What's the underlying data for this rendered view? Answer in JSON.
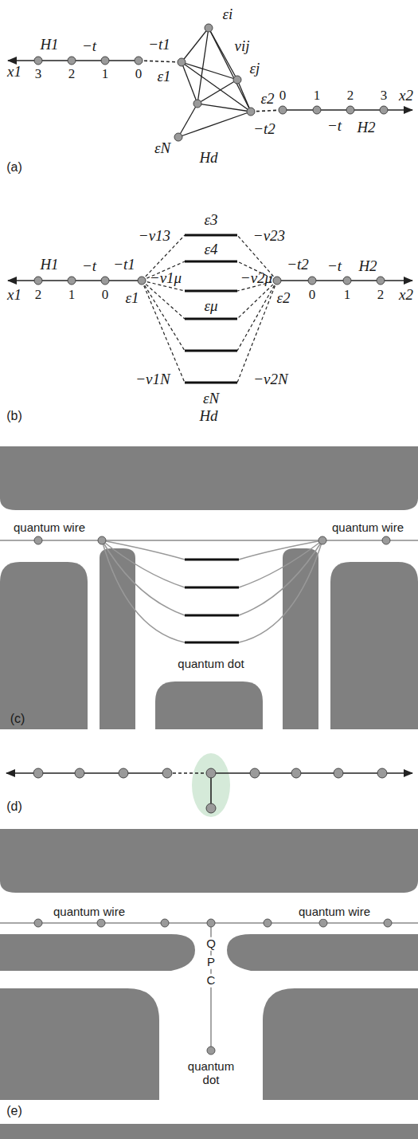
{
  "diagram": {
    "nodes": [
      {
        "text": [
          "Hd"
        ]
      },
      {
        "text": [
          "Hd"
        ]
      }
    ],
    "labels": [
      "x1",
      "3",
      "2",
      "1",
      "0",
      "H1",
      "−t",
      "−t1",
      "ε1",
      "εi",
      "vij",
      "εj",
      "ε2",
      "εN",
      "−t2",
      "0",
      "1",
      "2",
      "3",
      "x2",
      "−t",
      "H2",
      "(a)",
      "x1",
      "2",
      "1",
      "0",
      "H1",
      "−t",
      "−t1",
      "ε1",
      "ε3",
      "−v13",
      "−v23",
      "ε4",
      "εμ",
      "−v1μ",
      "−v2μ",
      "−v1N",
      "−v2N",
      "εN",
      "ε2",
      "−t2",
      "−t",
      "H2",
      "0",
      "1",
      "2",
      "x2",
      "(b)",
      "quantum wire",
      "quantum wire",
      "quantum dot",
      "(c)",
      "(d)",
      "quantum wire",
      "quantum wire",
      "Q",
      "P",
      "C",
      "quantum dot",
      "(e)"
    ]
  }
}
